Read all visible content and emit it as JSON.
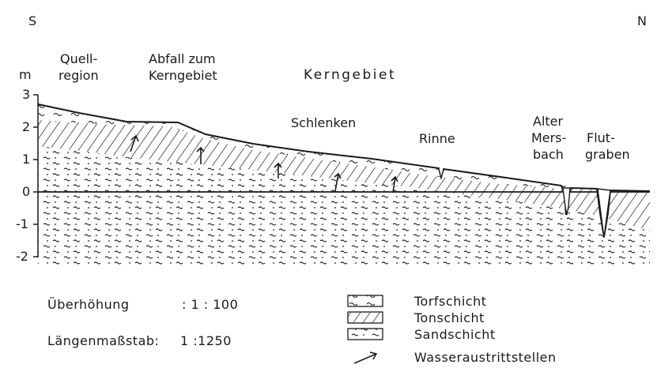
{
  "orientation": {
    "south": "S",
    "north": "N"
  },
  "y_axis": {
    "unit": "m",
    "ticks": [
      "3",
      "2",
      "1",
      "0",
      "-1",
      "-2"
    ]
  },
  "regions": [
    {
      "id": "quell",
      "lines": [
        "Quell-",
        "region"
      ]
    },
    {
      "id": "abfall",
      "lines": [
        "Abfall zum",
        "Kerngebiet"
      ]
    },
    {
      "id": "kern",
      "lines": [
        "Kerngebiet"
      ]
    }
  ],
  "features": [
    {
      "id": "schlenken",
      "lines": [
        "Schlenken"
      ]
    },
    {
      "id": "rinne",
      "lines": [
        "Rinne"
      ]
    },
    {
      "id": "mersbach",
      "lines": [
        "Alter",
        "Mers-",
        "bach"
      ]
    },
    {
      "id": "flutgraben",
      "lines": [
        "Flut-",
        "graben"
      ]
    }
  ],
  "scale": {
    "exaggeration_label": "Überhöhung",
    "exaggeration_value": ": 1 : 100",
    "length_label": "Längenmaßstab:",
    "length_value": "1 :1250"
  },
  "legend": [
    {
      "id": "torf",
      "label": "Torfschicht",
      "pattern": "peat"
    },
    {
      "id": "ton",
      "label": "Tonschicht",
      "pattern": "clay"
    },
    {
      "id": "sand",
      "label": "Sandschicht",
      "pattern": "sand"
    },
    {
      "id": "wasser",
      "label": "Wasseraustrittstellen",
      "pattern": "arrow"
    }
  ],
  "colors": {
    "ink": "#1a1a1a",
    "paper": "#ffffff"
  }
}
